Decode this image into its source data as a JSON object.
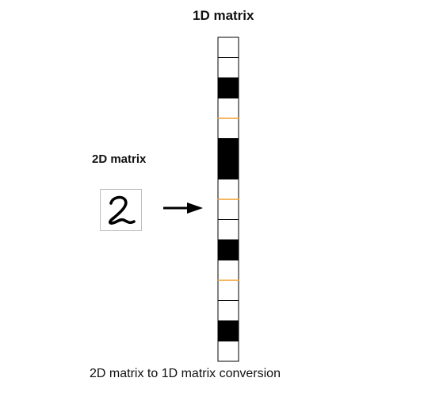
{
  "title_1d": "1D matrix",
  "title_2d": "2D matrix",
  "caption": "2D matrix to 1D matrix conversion",
  "digit": {
    "icon": "handwritten-digit-2-icon"
  },
  "arrow": {
    "icon": "right-arrow-icon"
  },
  "strip": {
    "cells": [
      "white",
      "white",
      "black",
      "white",
      "white",
      "black",
      "black",
      "white",
      "white",
      "white",
      "black",
      "white",
      "white",
      "white",
      "black",
      "white"
    ],
    "separator_after": [
      3,
      7,
      11
    ],
    "colors": {
      "cell_white": "#ffffff",
      "cell_black": "#000000",
      "border": "#000000",
      "separator": "#f0a030"
    }
  }
}
